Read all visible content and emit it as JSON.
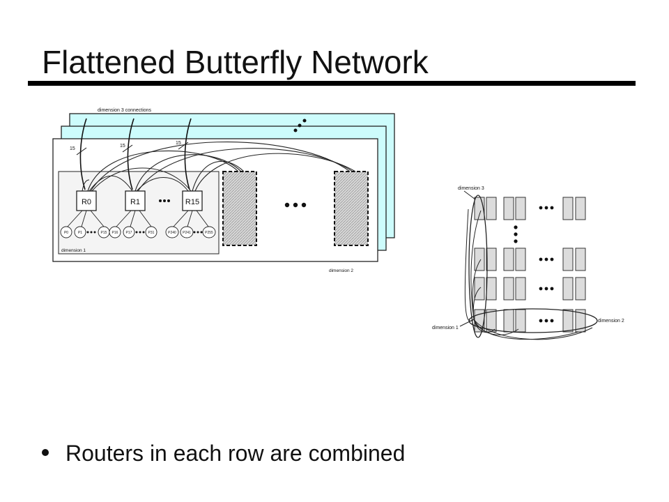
{
  "slide": {
    "title": "Flattened Butterfly Network",
    "bullet": "Routers in each row are combined"
  },
  "left_diagram": {
    "top_label": "dimension 3 connections",
    "link_counts": [
      "15",
      "15",
      "15"
    ],
    "routers": [
      "R0",
      "R1",
      "R15"
    ],
    "processors": [
      "P0",
      "P1",
      "P15",
      "P16",
      "P17",
      "P31",
      "P240",
      "P241",
      "P255"
    ],
    "inner_label": "dimension 1",
    "outer_label": "dimension 2"
  },
  "right_diagram": {
    "label_top": "dimension 3",
    "label_left": "dimension 1",
    "label_right": "dimension 2"
  },
  "colors": {
    "plane_back": "#cdfcfc",
    "title_rule": "#000000"
  }
}
